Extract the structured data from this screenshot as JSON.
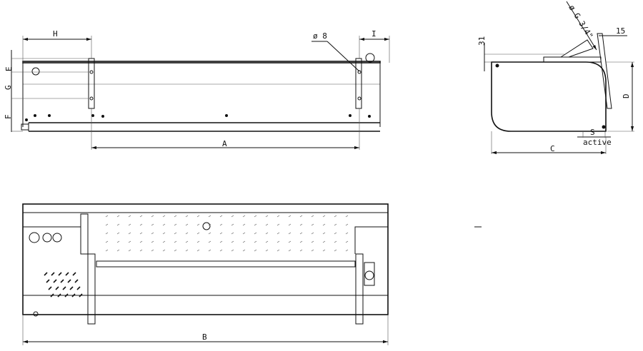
{
  "front_view": {
    "dims": {
      "H": "H",
      "I": "I",
      "hole": "ø 8",
      "E": "E",
      "G": "G",
      "F": "F",
      "A": "A"
    }
  },
  "side_view": {
    "dims": {
      "top": "31",
      "pipe": "ø G 3/4\"",
      "bracket": "15",
      "D": "D",
      "S": "S",
      "active": "active",
      "C": "C"
    }
  },
  "top_view": {
    "dims": {
      "B": "B"
    }
  }
}
